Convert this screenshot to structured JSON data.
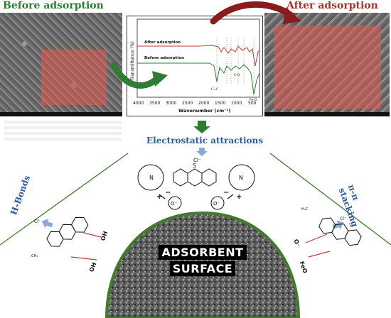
{
  "panels": {
    "before_title": "Before adsorption",
    "after_title": "After adsorption"
  },
  "ftir": {
    "ylabel": "Transmittance (%)",
    "xlabel": "Wavenumber (cm⁻¹)",
    "series_after_label": "After adsorption",
    "series_before_label": "Before adsorption",
    "peak_labels": [
      "C=C",
      "C-O",
      "Fe-O"
    ],
    "x_ticks": [
      "4000",
      "3500",
      "3000",
      "2500",
      "2000",
      "1500",
      "1000",
      "500"
    ]
  },
  "mechanism": {
    "electrostatic": "Electrostatic attractions",
    "hbonds": "H-Bonds",
    "pi_stacking": "π-π stacking",
    "surface_line1": "ADSORBENT",
    "surface_line2": "SURFACE"
  },
  "molecule_labels": {
    "chloride": "Cl⁻",
    "oxide": "O⁻",
    "hydroxyl": "OH",
    "ch3": "CH₃",
    "h3c": "H₃C",
    "n": "N",
    "s": "S",
    "n_plus": "N⁺",
    "feo": "FeO"
  },
  "colors": {
    "accent_green": "#2e7d32",
    "accent_red": "#b0302a",
    "accent_blue": "#2c5a9e",
    "surface_rim": "#3f7d2a"
  }
}
